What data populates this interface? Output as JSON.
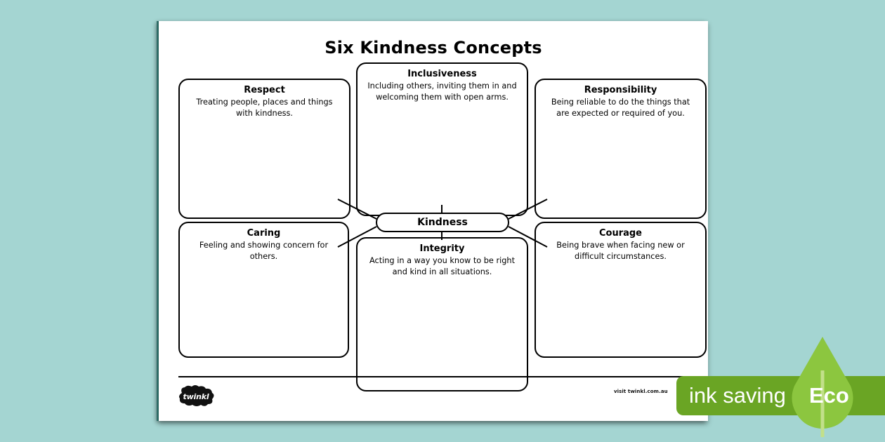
{
  "canvas": {
    "background_color": "#a4d5d2"
  },
  "worksheet": {
    "title": "Six Kindness Concepts",
    "center": {
      "label": "Kindness"
    },
    "concepts": [
      {
        "id": "respect",
        "title": "Respect",
        "description": "Treating people, places and things with kindness."
      },
      {
        "id": "inclusiveness",
        "title": "Inclusiveness",
        "description": "Including others, inviting them in and welcoming them with open arms."
      },
      {
        "id": "responsibility",
        "title": "Responsibility",
        "description": "Being reliable to do the things that are expected or required of you."
      },
      {
        "id": "caring",
        "title": "Caring",
        "description": "Feeling and showing concern for others."
      },
      {
        "id": "integrity",
        "title": "Integrity",
        "description": "Acting in a way you know to be right and kind in all situations."
      },
      {
        "id": "courage",
        "title": "Courage",
        "description": "Being brave when facing new or difficult circumstances."
      }
    ],
    "footer": {
      "logo_text": "twinkl",
      "visit_url": "visit twinkl.com.au"
    }
  },
  "eco_badge": {
    "text_primary": "ink saving",
    "text_secondary": "Eco",
    "bar_color": "#6aa524",
    "leaf_color": "#8cc63f"
  }
}
